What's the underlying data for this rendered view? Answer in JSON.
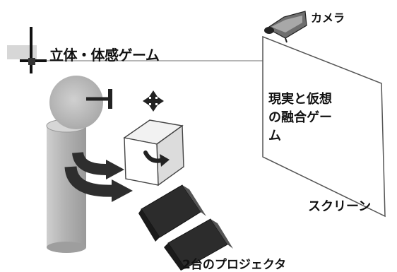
{
  "diagram": {
    "title": "立体・体感ゲーム",
    "camera_label": "カメラ",
    "fusion_label": "現実と仮想の融合ゲーム",
    "screen_label": "スクリーン",
    "projector_label": "2台のプロジェクタ"
  },
  "colors": {
    "ink": "#111111",
    "body_gray": "#b9b9b9",
    "dark": "#333333",
    "line": "#555555",
    "background": "#ffffff"
  },
  "icons": [
    "crosshair-icon",
    "move-arrows-icon",
    "rotate-arrow-icon",
    "camera-icon",
    "projector-icon"
  ]
}
